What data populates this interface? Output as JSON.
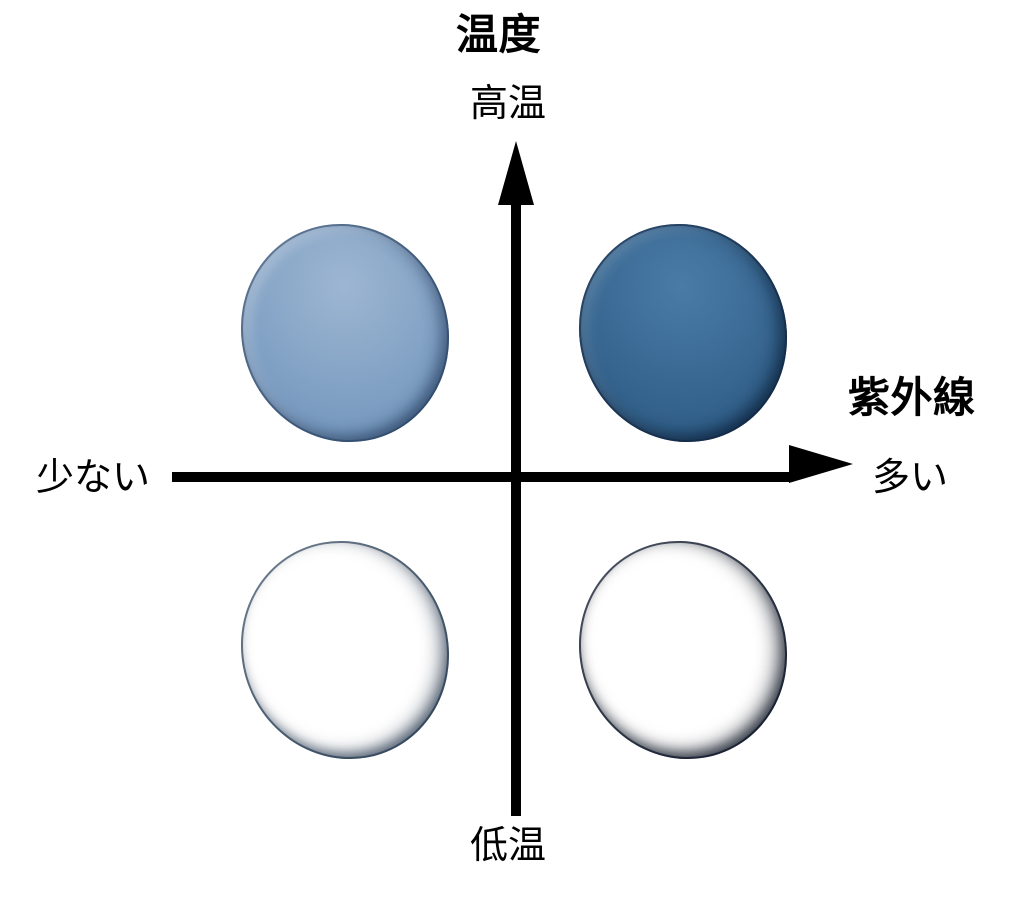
{
  "chart_data": {
    "type": "scatter",
    "title": "",
    "xlabel": "紫外線",
    "ylabel": "温度",
    "x_axis": {
      "title": "紫外線",
      "low_label": "少ない",
      "high_label": "多い",
      "arrow": "right"
    },
    "y_axis": {
      "title": "温度",
      "low_label": "低温",
      "high_label": "高温",
      "arrow": "up"
    },
    "quadrants": [
      {
        "id": "top-left",
        "quadrant": "高温 / 少ない",
        "x": -1,
        "y": 1,
        "color": "#7d9dc0",
        "shade": "lightest"
      },
      {
        "id": "top-right",
        "quadrant": "高温 / 多い",
        "x": 1,
        "y": 1,
        "color": "#2f5d86",
        "shade": "dark"
      },
      {
        "id": "bottom-left",
        "quadrant": "低温 / 少ない",
        "x": -1,
        "y": -1,
        "color": "#376489",
        "shade": "medium"
      },
      {
        "id": "bottom-right",
        "quadrant": "低温 / 多い",
        "x": 1,
        "y": -1,
        "color": "#1d3860",
        "shade": "darkest"
      }
    ],
    "grid": false,
    "legend": "none"
  },
  "axes": {
    "vertical": {
      "title": "温度",
      "top_label": "高温",
      "bottom_label": "低温"
    },
    "horizontal": {
      "title": "紫外線",
      "left_label": "少ない",
      "right_label": "多い"
    }
  },
  "colors": {
    "axis": "#000000",
    "background": "#ffffff",
    "blob_top_left": "#7d9dc0",
    "blob_top_right": "#2f5d86",
    "blob_bottom_left": "#376489",
    "blob_bottom_right": "#1d3860"
  }
}
